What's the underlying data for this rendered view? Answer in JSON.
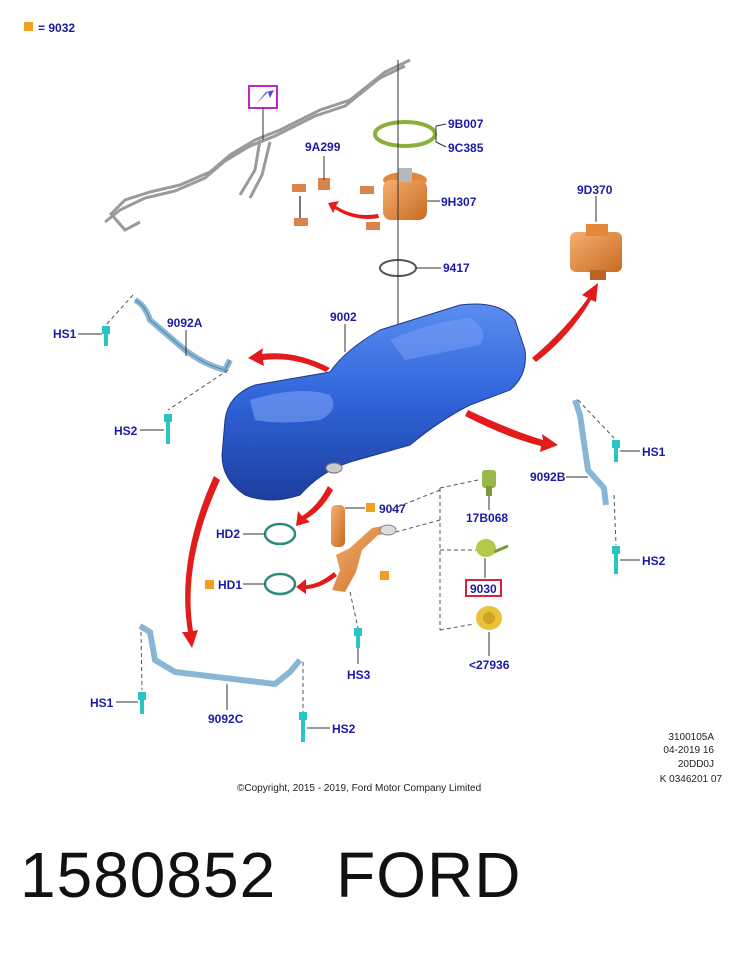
{
  "legend": {
    "text": "= 9032",
    "color": "#f0a01e"
  },
  "labels": {
    "p9B007": "9B007",
    "p9C385": "9C385",
    "p9A299": "9A299",
    "p9H307": "9H307",
    "p9417": "9417",
    "p9D370": "9D370",
    "p9002": "9002",
    "p9092A": "9092A",
    "hs1_top": "HS1",
    "hs2_left": "HS2",
    "p9092B": "9092B",
    "hs1_right": "HS1",
    "hs2_right": "HS2",
    "p9047": "9047",
    "hd2": "HD2",
    "hd1": "HD1",
    "p17B068": "17B068",
    "p9030": "9030",
    "p27936": "<27936",
    "hs3": "HS3",
    "hs1_bottom": "HS1",
    "p9092C": "9092C",
    "hs2_bottom": "HS2"
  },
  "meta": {
    "line1": "3100105A",
    "line2": "04-2019 16",
    "line3": "20DD0J",
    "line4": "K 0346201 07",
    "copyright": "©Copyright, 2015 - 2019, Ford Motor Company Limited"
  },
  "part_number": "1580852",
  "brand": "FORD",
  "colors": {
    "label": "#1a1aa6",
    "arrow": "#e31b1b",
    "tank": "#2f63d8",
    "orange_part": "#e38a3a",
    "bracket": "#8ab6d6",
    "bolt": "#29c4c4",
    "highlight_9030": "#e0203a",
    "highlight_icon": "#c026c9"
  }
}
